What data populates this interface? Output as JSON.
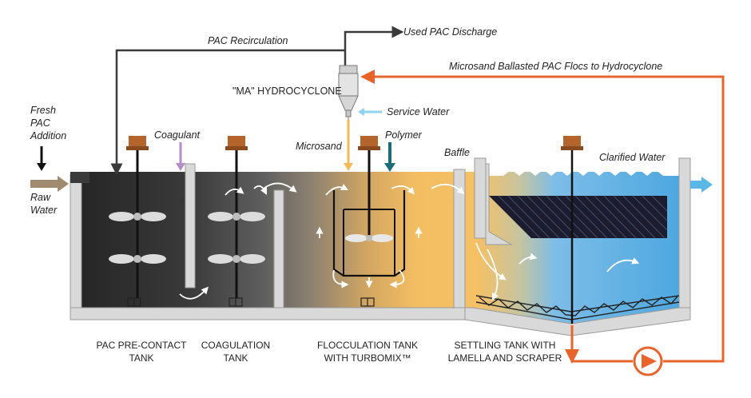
{
  "labels": {
    "pac_recirculation": "PAC Recirculation",
    "used_pac_discharge": "Used PAC Discharge",
    "microsand_ballasted": "Microsand Ballasted PAC Flocs to Hydrocyclone",
    "hydrocyclone": "\"MA\" HYDROCYCLONE",
    "service_water": "Service Water",
    "fresh_pac": [
      "Fresh",
      "PAC",
      "Addition"
    ],
    "coagulant": "Coagulant",
    "microsand": "Microsand",
    "polymer": "Polymer",
    "baffle": "Baffle",
    "clarified_water": "Clarified Water",
    "raw_water": [
      "Raw",
      "Water"
    ]
  },
  "tanks": [
    {
      "line1": "PAC PRE-CONTACT",
      "line2": "TANK"
    },
    {
      "line1": "COAGULATION",
      "line2": "TANK"
    },
    {
      "line1": "FLOCCULATION TANK",
      "line2": "WITH TURBOMIX™"
    },
    {
      "line1": "SETTLING TANK WITH",
      "line2": "LAMELLA AND SCRAPER"
    }
  ],
  "colors": {
    "recirc_line": "#e8642c",
    "dark_line": "#3a3a3a",
    "coagulant_arrow": "#b58cc8",
    "microsand_arrow": "#f5b95a",
    "polymer_arrow": "#1d6b7a",
    "service_water_arrow": "#8fd3ee",
    "clarified_arrow": "#5bb8e6",
    "raw_water_arrow": "#a08a70",
    "motor": "#b5652b",
    "tank_wall": "#d9d9d9",
    "lamella": "#1c1c2e"
  }
}
